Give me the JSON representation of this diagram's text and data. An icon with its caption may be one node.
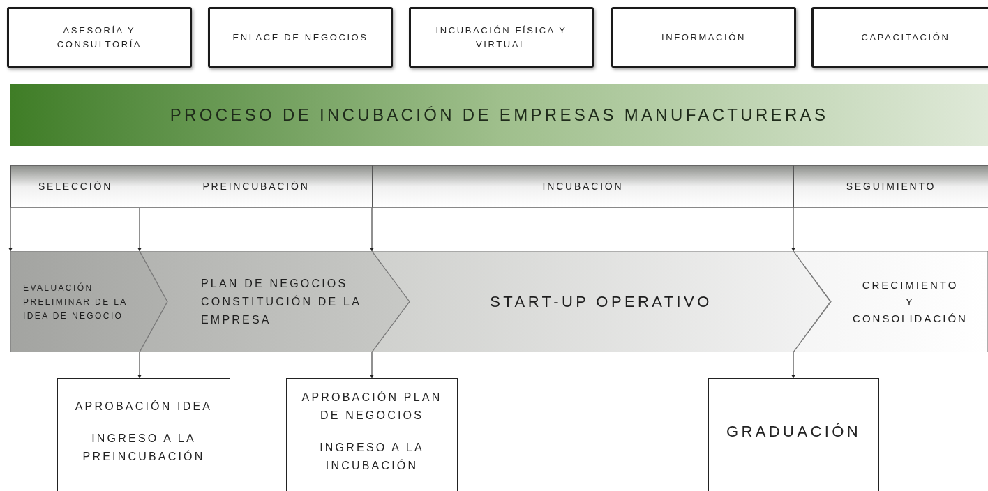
{
  "diagram": {
    "title": "PROCESO DE INCUBACIÓN DE EMPRESAS MANUFACTURERAS",
    "nodes": [
      {
        "text": [
          "ASESORÍA Y CONSULTORÍA"
        ]
      },
      {
        "text": [
          "ENLACE DE NEGOCIOS"
        ]
      },
      {
        "text": [
          "INCUBACIÓN FÍSICA Y VIRTUAL"
        ]
      },
      {
        "text": [
          "INFORMACIÓN"
        ]
      },
      {
        "text": [
          "CAPACITACIÓN"
        ]
      },
      {
        "text": [
          "SELECCIÓN"
        ]
      },
      {
        "text": [
          "PREINCUBACIÓN"
        ]
      },
      {
        "text": [
          "INCUBACIÓN"
        ]
      },
      {
        "text": [
          "SEGUIMIENTO"
        ]
      },
      {
        "text": [
          "EVALUACIÓN PRELIMINAR DE LA IDEA DE NEGOCIO"
        ]
      },
      {
        "text": [
          "PLAN DE NEGOCIOS",
          "CONSTITUCIÓN DE LA EMPRESA"
        ]
      },
      {
        "text": [
          "START-UP OPERATIVO"
        ]
      },
      {
        "text": [
          "CRECIMIENTO Y CONSOLIDACIÓN"
        ]
      },
      {
        "text": [
          "APROBACIÓN IDEA",
          "INGRESO A LA PREINCUBACIÓN"
        ]
      },
      {
        "text": [
          "APROBACIÓN PLAN DE NEGOCIOS",
          "INGRESO A LA INCUBACIÓN"
        ]
      },
      {
        "text": [
          "GRADUACIÓN"
        ]
      }
    ],
    "edges": [
      {
        "from": 5,
        "to": 9,
        "arrow": "to"
      },
      {
        "from": 6,
        "to": 10,
        "arrow": "to"
      },
      {
        "from": 7,
        "to": 11,
        "arrow": "to"
      },
      {
        "from": 8,
        "to": 12,
        "arrow": "to"
      },
      {
        "from": 9,
        "to": 13,
        "arrow": "to"
      },
      {
        "from": 10,
        "to": 14,
        "arrow": "to"
      },
      {
        "from": 11,
        "to": 15,
        "arrow": "to"
      }
    ]
  }
}
